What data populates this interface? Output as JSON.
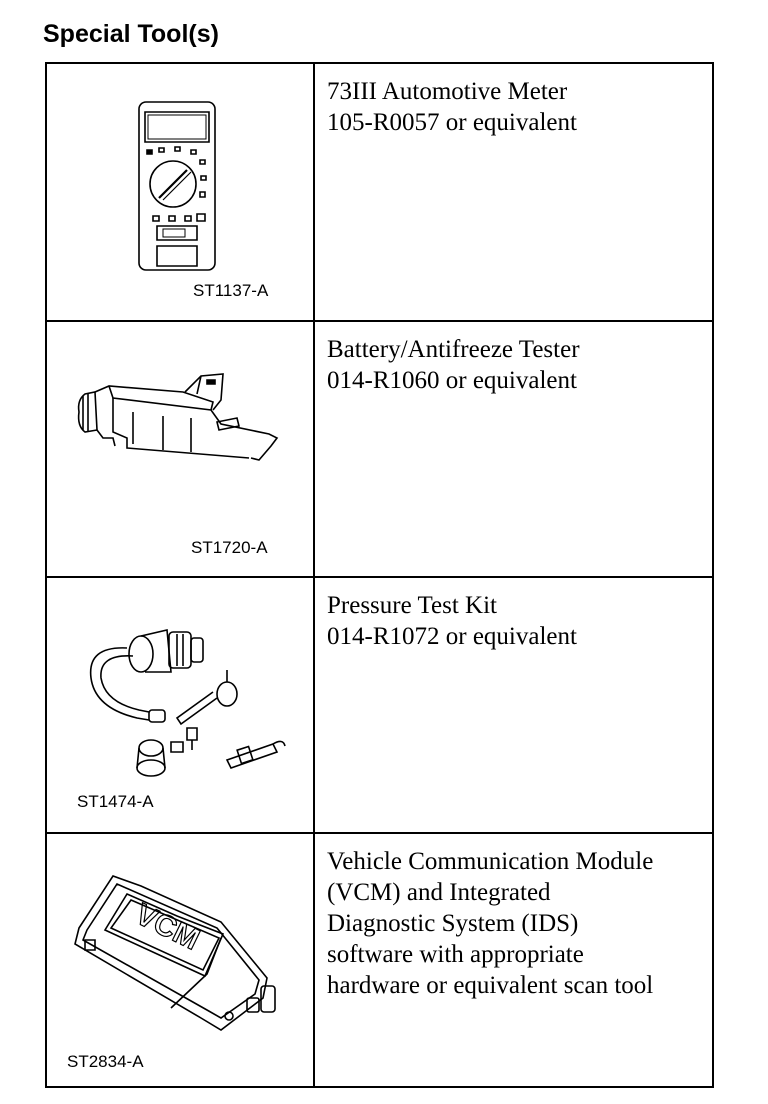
{
  "page": {
    "title": "Special Tool(s)"
  },
  "tools": [
    {
      "figure": "ST1137-A",
      "icon": "multimeter-icon",
      "description": [
        "73III Automotive Meter",
        "105-R0057 or equivalent"
      ]
    },
    {
      "figure": "ST1720-A",
      "icon": "battery-antifreeze-tester-icon",
      "description": [
        "Battery/Antifreeze Tester",
        "014-R1060 or equivalent"
      ]
    },
    {
      "figure": "ST1474-A",
      "icon": "pressure-test-kit-icon",
      "description": [
        "Pressure Test Kit",
        "014-R1072 or equivalent"
      ]
    },
    {
      "figure": "ST2834-A",
      "icon": "vcm-module-icon",
      "description": [
        "Vehicle Communication Module",
        "(VCM) and Integrated",
        "Diagnostic System (IDS)",
        "software with appropriate",
        "hardware or equivalent scan tool"
      ]
    }
  ]
}
